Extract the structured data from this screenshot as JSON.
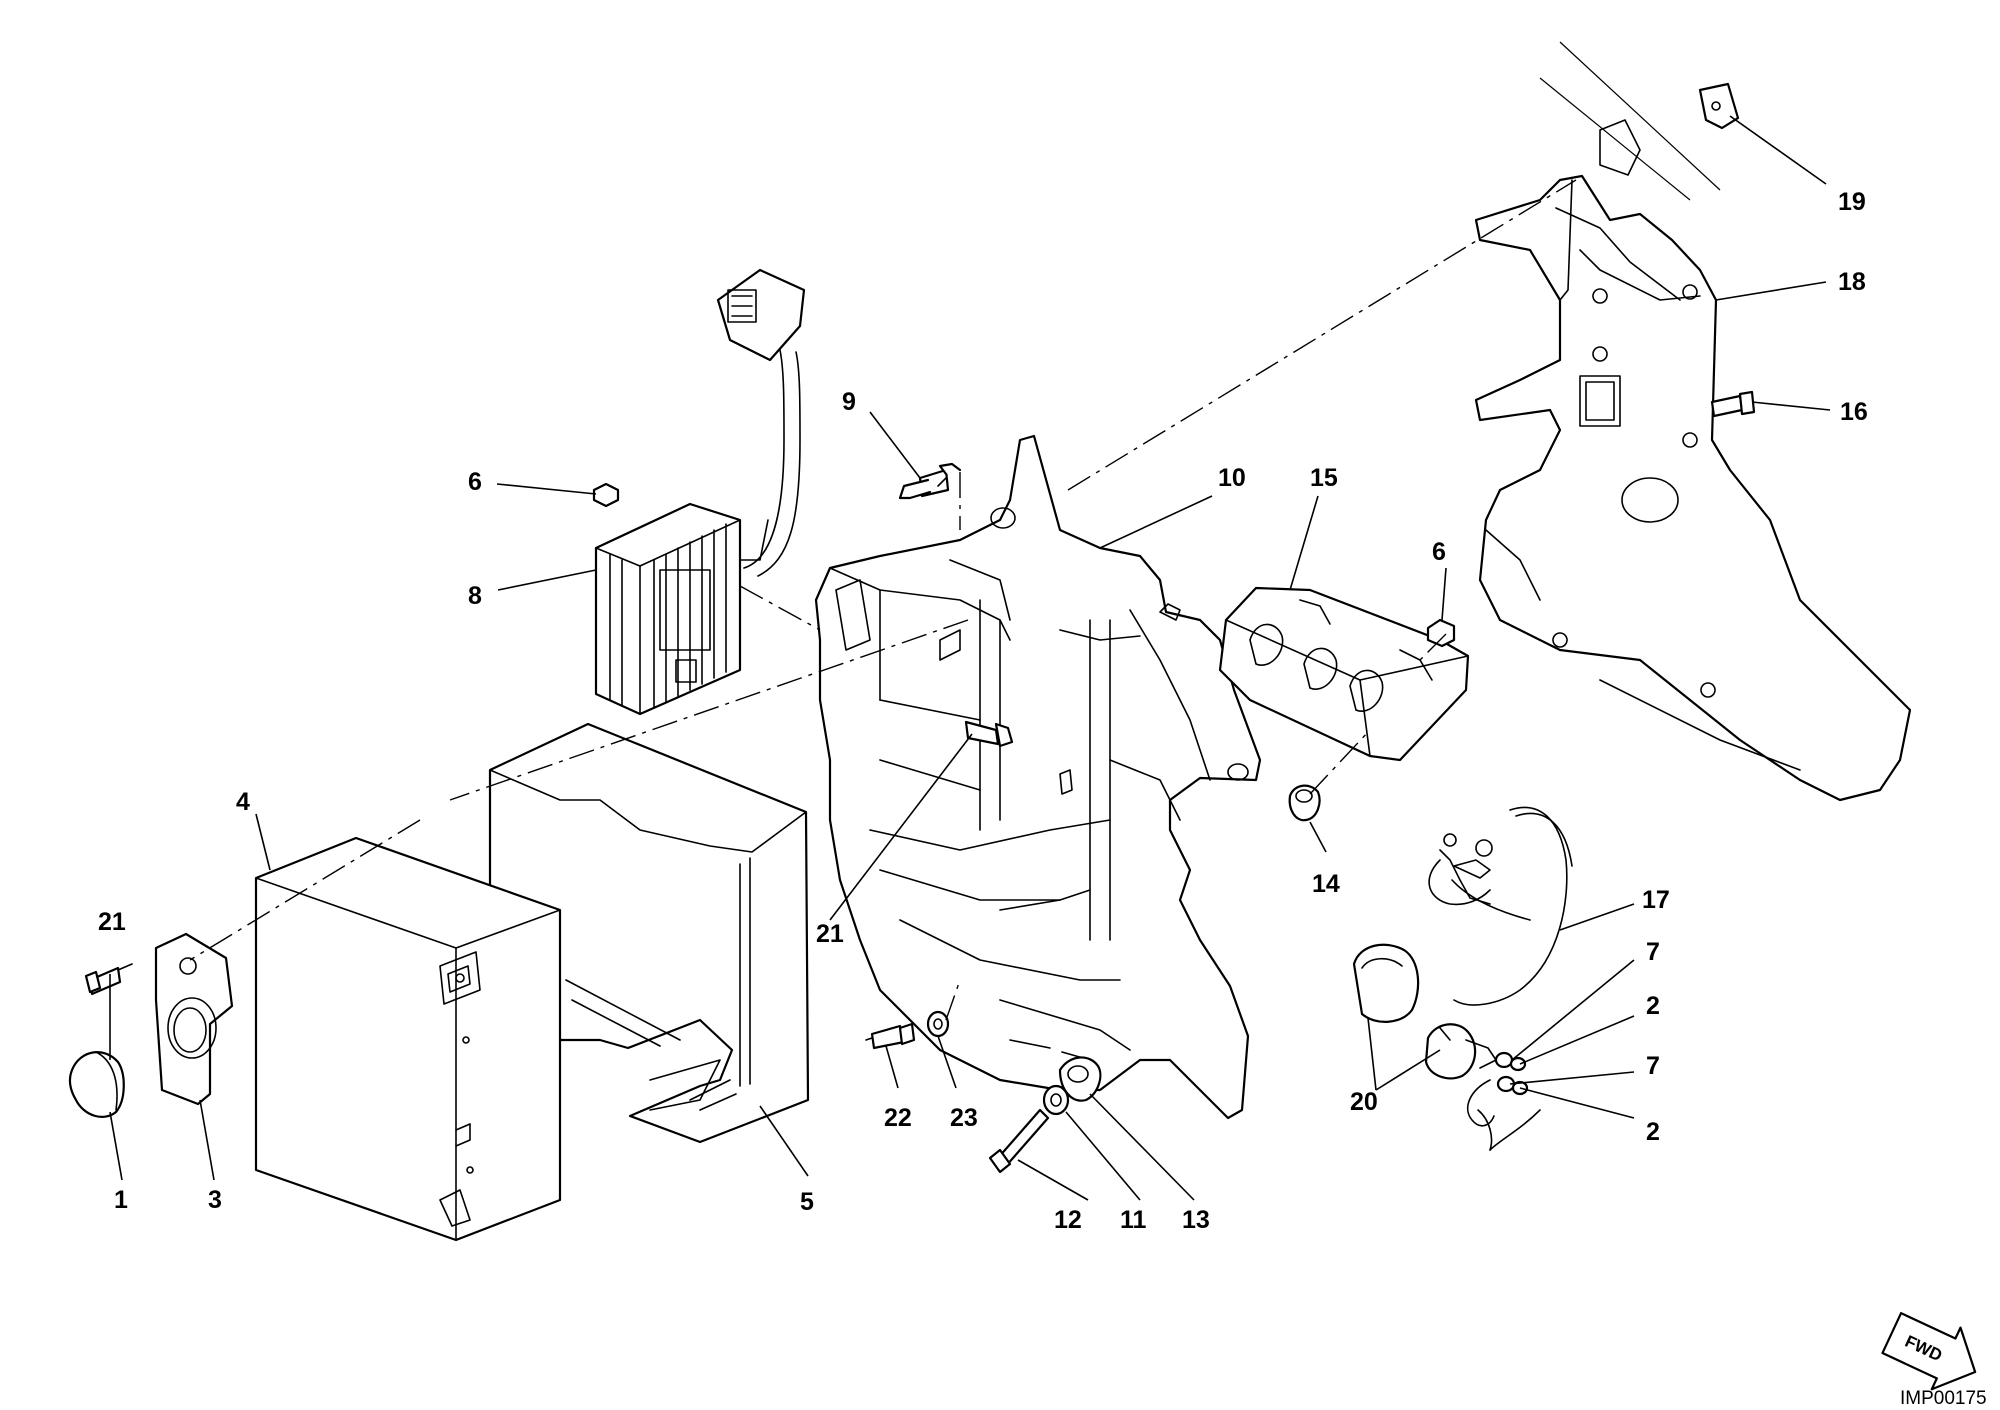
{
  "diagram": {
    "drawing_code": "IMP00175",
    "direction_label": "FWD",
    "callouts": {
      "c1": "1",
      "c3": "3",
      "c4": "4",
      "c5": "5",
      "c6a": "6",
      "c6b": "6",
      "c8": "8",
      "c9": "9",
      "c10": "10",
      "c11": "11",
      "c12": "12",
      "c13": "13",
      "c14": "14",
      "c15": "15",
      "c16": "16",
      "c17": "17",
      "c18": "18",
      "c19": "19",
      "c20": "20",
      "c21a": "21",
      "c21b": "21",
      "c22": "22",
      "c23": "23",
      "c7a": "7",
      "c7b": "7",
      "c2a": "2",
      "c2b": "2"
    }
  }
}
